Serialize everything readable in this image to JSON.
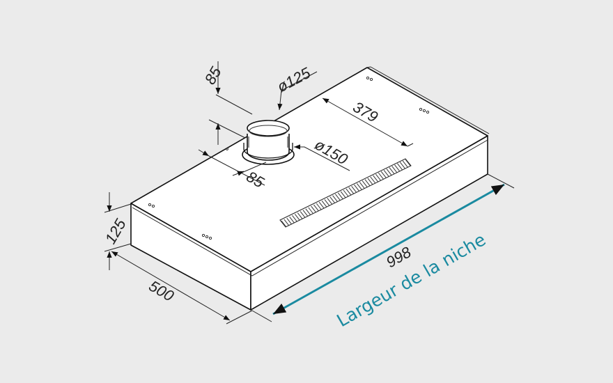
{
  "dimensions": {
    "duct_height": "85",
    "duct_diameter_inner": "ø125",
    "duct_diameter_outer": "ø150",
    "duct_offset_side": "85",
    "duct_offset_back": "379",
    "height": "125",
    "depth": "500",
    "width": "998"
  },
  "label": "Largeur de la niche",
  "colors": {
    "accent": "#1a8aa0",
    "background": "#ebebeb"
  }
}
